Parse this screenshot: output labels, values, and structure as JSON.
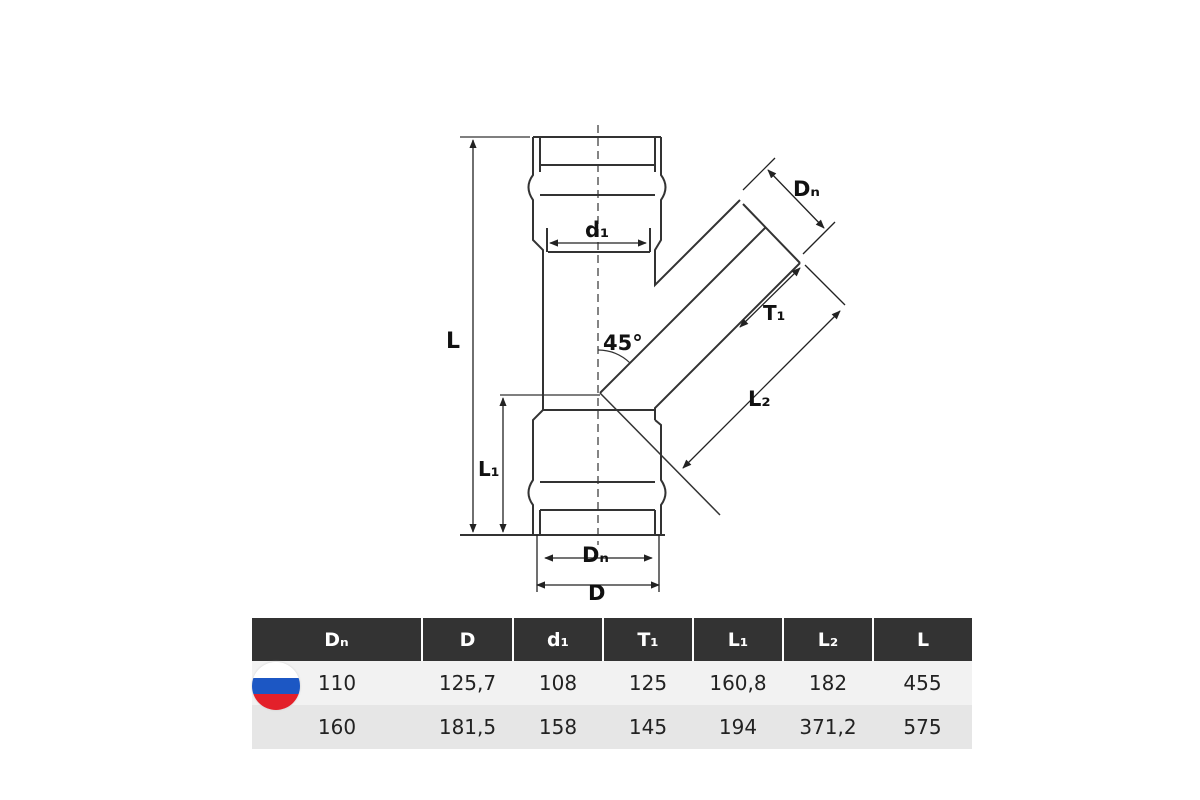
{
  "diagram": {
    "labels": {
      "L": "L",
      "L1": "L₁",
      "d1": "d₁",
      "Dn_branch": "Dₙ",
      "T1": "T₁",
      "angle": "45°",
      "L2": "L₂",
      "Dn_bottom": "Dₙ",
      "D": "D"
    }
  },
  "table": {
    "headers": [
      "Dₙ",
      "D",
      "d₁",
      "T₁",
      "L₁",
      "L₂",
      "L"
    ],
    "rows": [
      [
        "110",
        "125,7",
        "108",
        "125",
        "160,8",
        "182",
        "455"
      ],
      [
        "160",
        "181,5",
        "158",
        "145",
        "194",
        "371,2",
        "575"
      ]
    ],
    "flag_colors": [
      "#ffffff",
      "#1c57c4",
      "#e3202a"
    ]
  }
}
